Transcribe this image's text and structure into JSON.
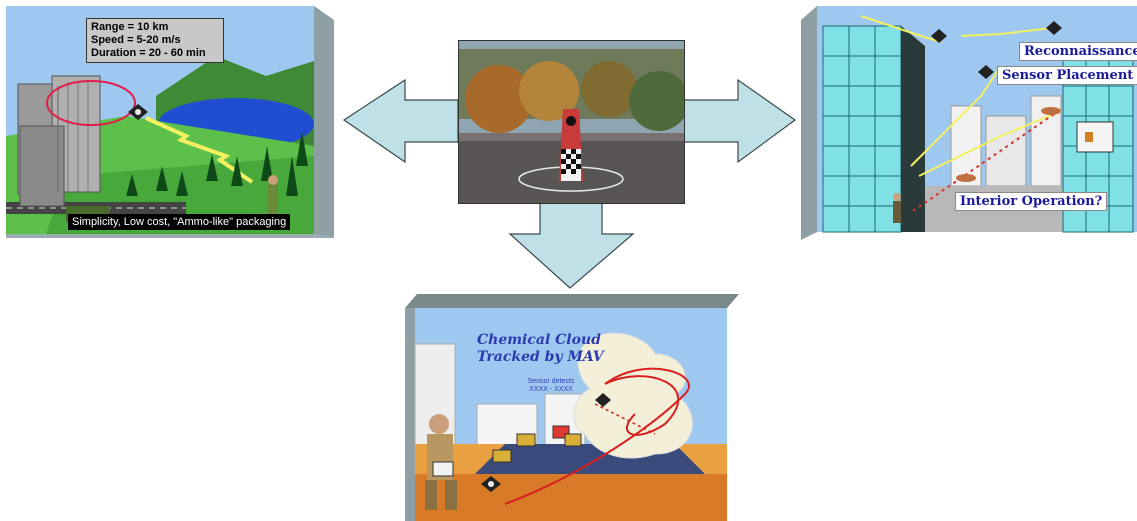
{
  "left_panel": {
    "specs": {
      "range": "Range = 10 km",
      "speed": "Speed = 5-20 m/s",
      "duration": "Duration = 20 - 60 min"
    },
    "caption": "Simplicity, Low cost, \"Ammo-like\" packaging"
  },
  "right_panel": {
    "labels": {
      "reconnaissance": "Reconnaissance",
      "sensor_placement": "Sensor Placement",
      "interior_operation": "Interior Operation?"
    }
  },
  "bottom_panel": {
    "title_line1": "Chemical Cloud",
    "title_line2": "Tracked by MAV",
    "sensor_note_line1": "Sensor detects",
    "sensor_note_line2": "XXXX - XXXX"
  },
  "colors": {
    "arrow_fill": "#bfe0e6",
    "arrow_stroke": "#3a4a4c",
    "sky": "#9fc8f0",
    "panel_side": "#8fa0a4"
  }
}
